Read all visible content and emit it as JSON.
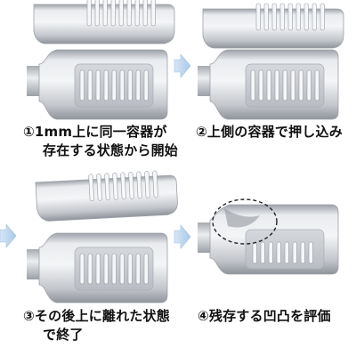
{
  "steps": [
    {
      "label_line1": "①1mm上に同一容器が",
      "label_line2": "存在する状態から開始"
    },
    {
      "label_line1": "②上側の容器で押し込み",
      "label_line2": ""
    },
    {
      "label_line1": "③その後上に離れた状態",
      "label_line2": "で終了"
    },
    {
      "label_line1": "④残存する凹凸を評価",
      "label_line2": ""
    }
  ],
  "colors": {
    "bottle_body": "#c9ccd1",
    "bottle_light": "#f1f2f4",
    "bottle_dark": "#8e939a",
    "groove": "#9aa0a8",
    "arrow": "#bcd6ee",
    "dent_circle": "#222222"
  },
  "icons": [
    "right-arrow-icon",
    "dashed-circle-icon"
  ]
}
